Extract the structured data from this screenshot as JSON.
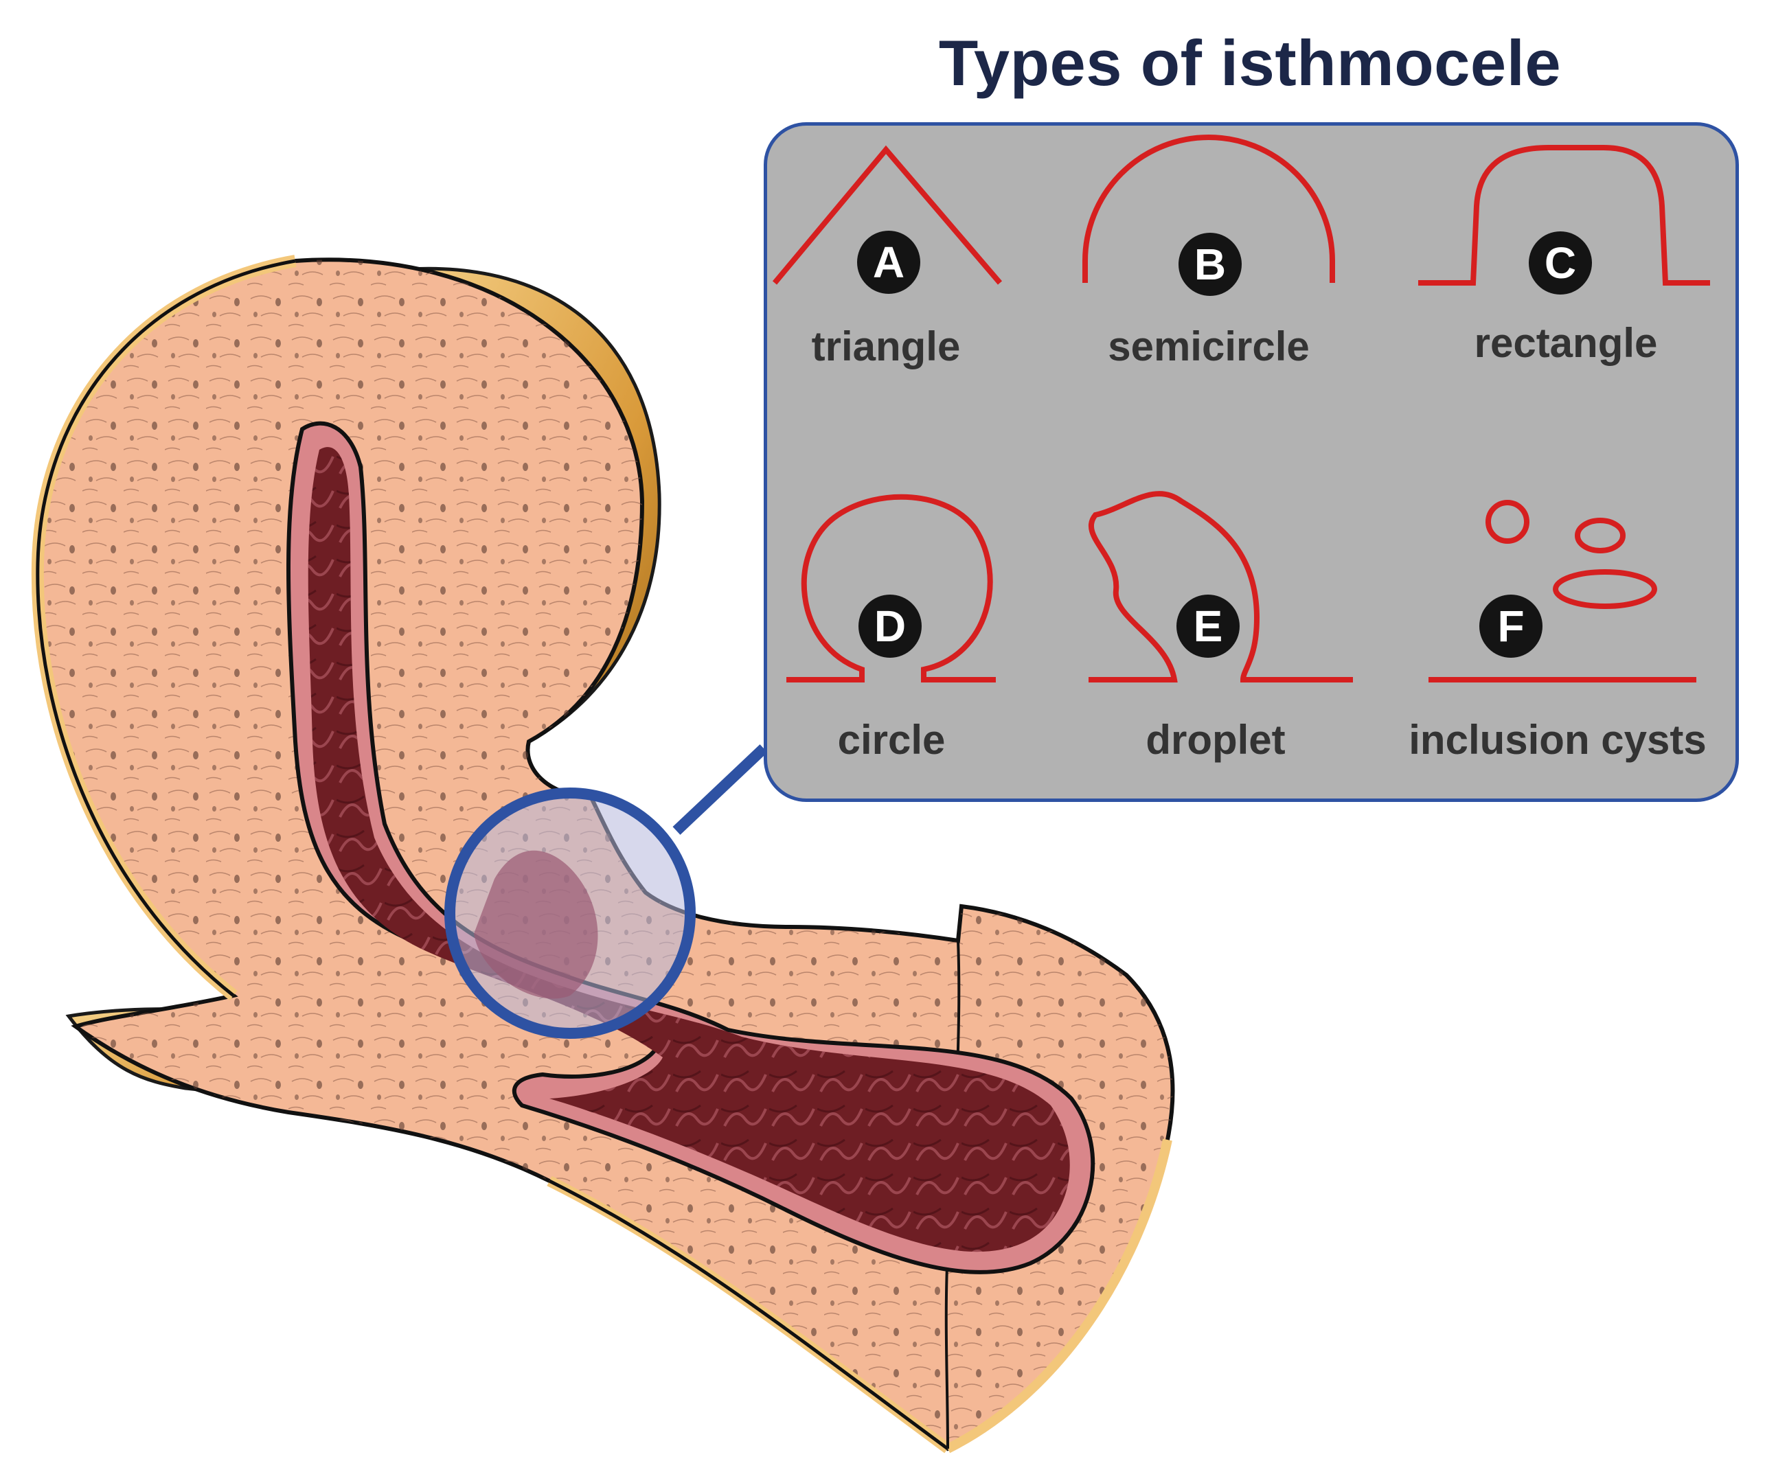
{
  "title": "Types of isthmocele",
  "colors": {
    "title": "#1c2748",
    "panel_fill": "#b2b2b2",
    "panel_border": "#2e52a3",
    "shape_stroke": "#d61f1f",
    "badge_fill": "#141414",
    "zoom_ring": "#2e52a3",
    "serosa": "#f3c77a",
    "myometrium": "#f4b896",
    "endometrium": "#d9868a",
    "cavity": "#6e1e24"
  },
  "types": [
    {
      "letter": "A",
      "label": "triangle",
      "shape": "triangle"
    },
    {
      "letter": "B",
      "label": "semicircle",
      "shape": "semicircle"
    },
    {
      "letter": "C",
      "label": "rectangle",
      "shape": "rectangle"
    },
    {
      "letter": "D",
      "label": "circle",
      "shape": "circle"
    },
    {
      "letter": "E",
      "label": "droplet",
      "shape": "droplet"
    },
    {
      "letter": "F",
      "label": "inclusion cysts",
      "shape": "inclusion-cysts"
    }
  ]
}
